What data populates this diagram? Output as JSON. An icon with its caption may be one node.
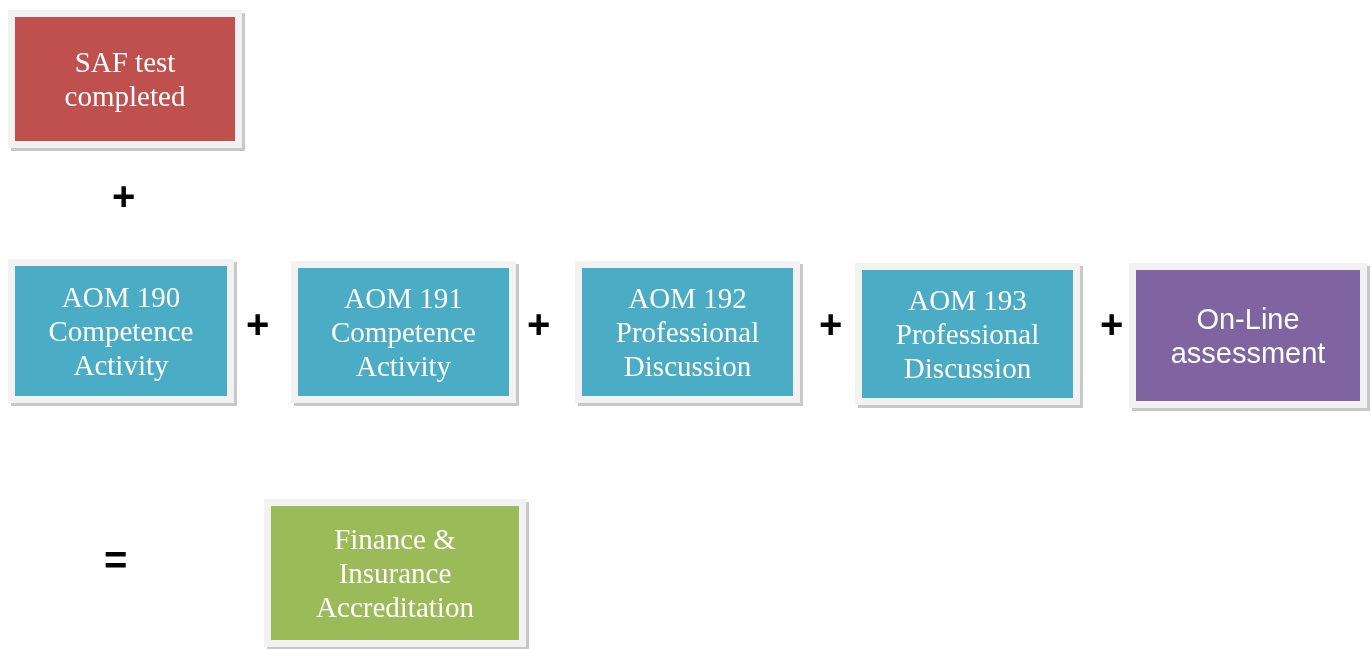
{
  "diagram": {
    "nodes": [
      {
        "text": [
          "SAF test completed"
        ]
      },
      {
        "text": [
          "AOM 190 Competence Activity"
        ]
      },
      {
        "text": [
          "AOM 191 Competence Activity"
        ]
      },
      {
        "text": [
          "AOM 192 Professional Discussion"
        ]
      },
      {
        "text": [
          "AOM 193 Professional Discussion"
        ]
      },
      {
        "text": [
          "On-Line assessment"
        ]
      },
      {
        "text": [
          "Finance & Insurance Accreditation"
        ]
      }
    ],
    "labels": [
      "+",
      "+",
      "+",
      "+",
      "+",
      "="
    ]
  }
}
